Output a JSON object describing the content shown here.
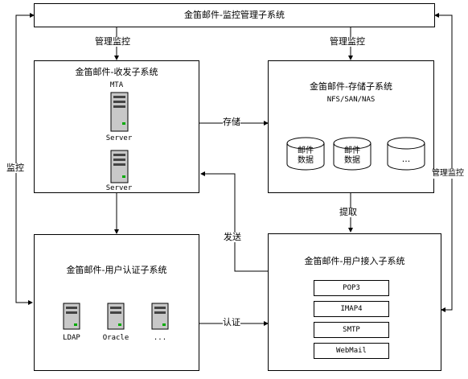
{
  "monitor_system": {
    "title": "金笛邮件-监控管理子系统"
  },
  "mail_system": {
    "title": "金笛邮件-收发子系统",
    "mta_label": "MTA",
    "server_labels": [
      "Server",
      "Server"
    ]
  },
  "storage_system": {
    "title": "金笛邮件-存储子系统",
    "subtitle": "NFS/SAN/NAS",
    "disks": [
      "邮件\n数据",
      "邮件\n数据",
      "..."
    ]
  },
  "auth_system": {
    "title": "金笛邮件-用户认证子系统",
    "servers": [
      "LDAP",
      "Oracle",
      "..."
    ]
  },
  "access_system": {
    "title": "金笛邮件-用户接入子系统",
    "protocols": [
      "POP3",
      "IMAP4",
      "SMTP",
      "WebMail"
    ]
  },
  "connectors": {
    "mgmt_monitor_left": "管理监控",
    "mgmt_monitor_right": "管理监控",
    "monitor": "监控",
    "storage": "存储",
    "fetch": "提取",
    "send": "发送",
    "auth": "认证",
    "mgmt_monitor_side": "管理监控"
  }
}
